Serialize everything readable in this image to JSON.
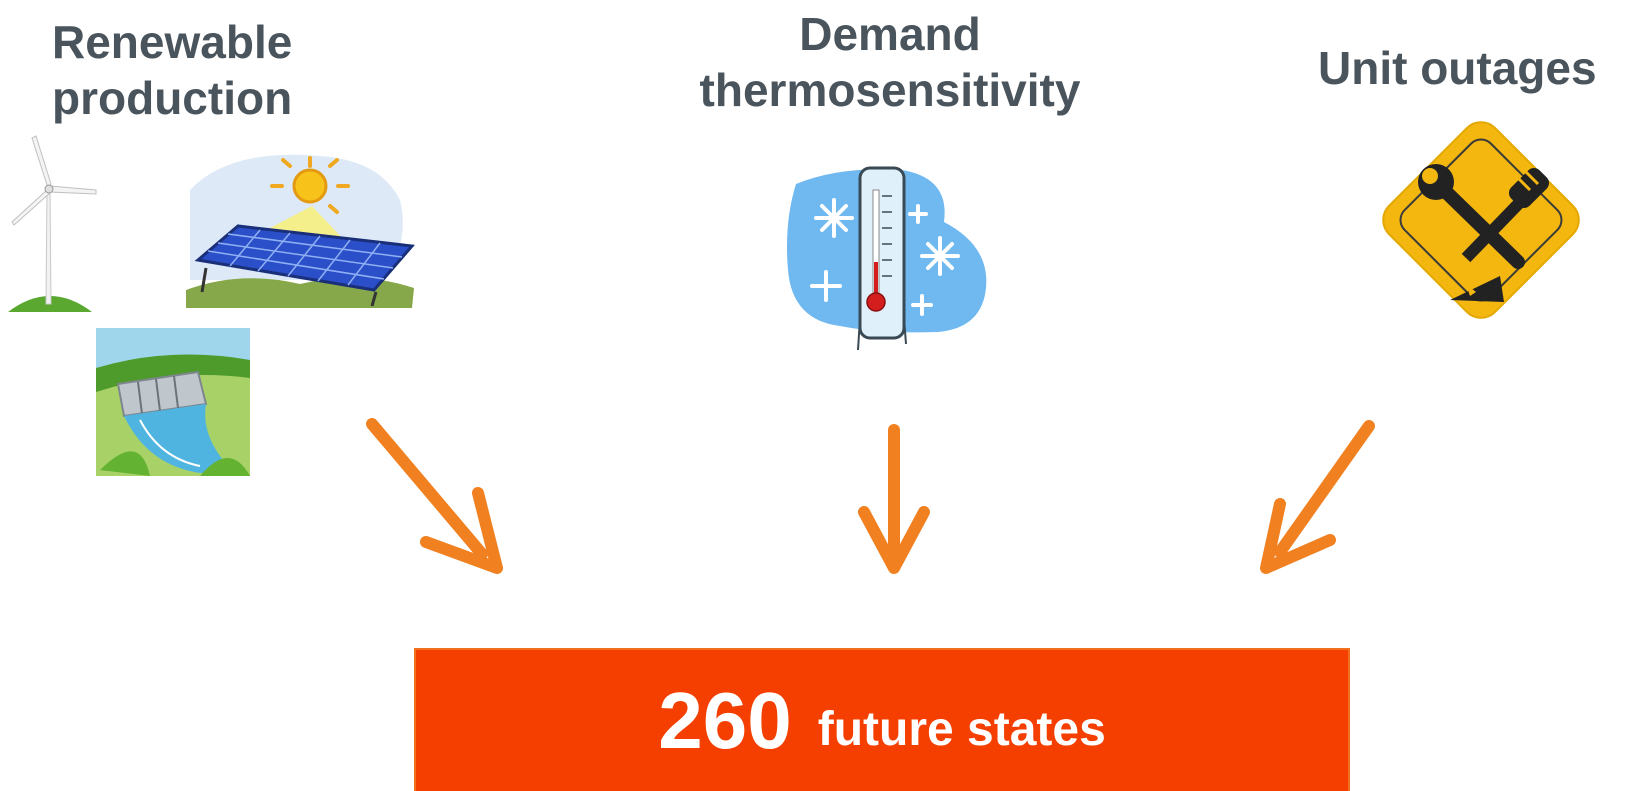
{
  "labels": {
    "renewable": [
      "Renewable",
      "production"
    ],
    "demand": [
      "Demand",
      "thermosensitivity"
    ],
    "outages": "Unit outages"
  },
  "result": {
    "number": "260",
    "suffix": "future states"
  },
  "icons": [
    "wind-turbine-icon",
    "solar-panel-icon",
    "hydro-dam-icon",
    "thermometer-icon",
    "repair-warning-icon",
    "arrow-down-right-icon",
    "arrow-down-icon",
    "arrow-down-left-icon"
  ],
  "colors": {
    "label_text": "#4a545c",
    "arrow": "#f08020",
    "result_box": "#f43f00",
    "result_text": "#ffffff"
  }
}
